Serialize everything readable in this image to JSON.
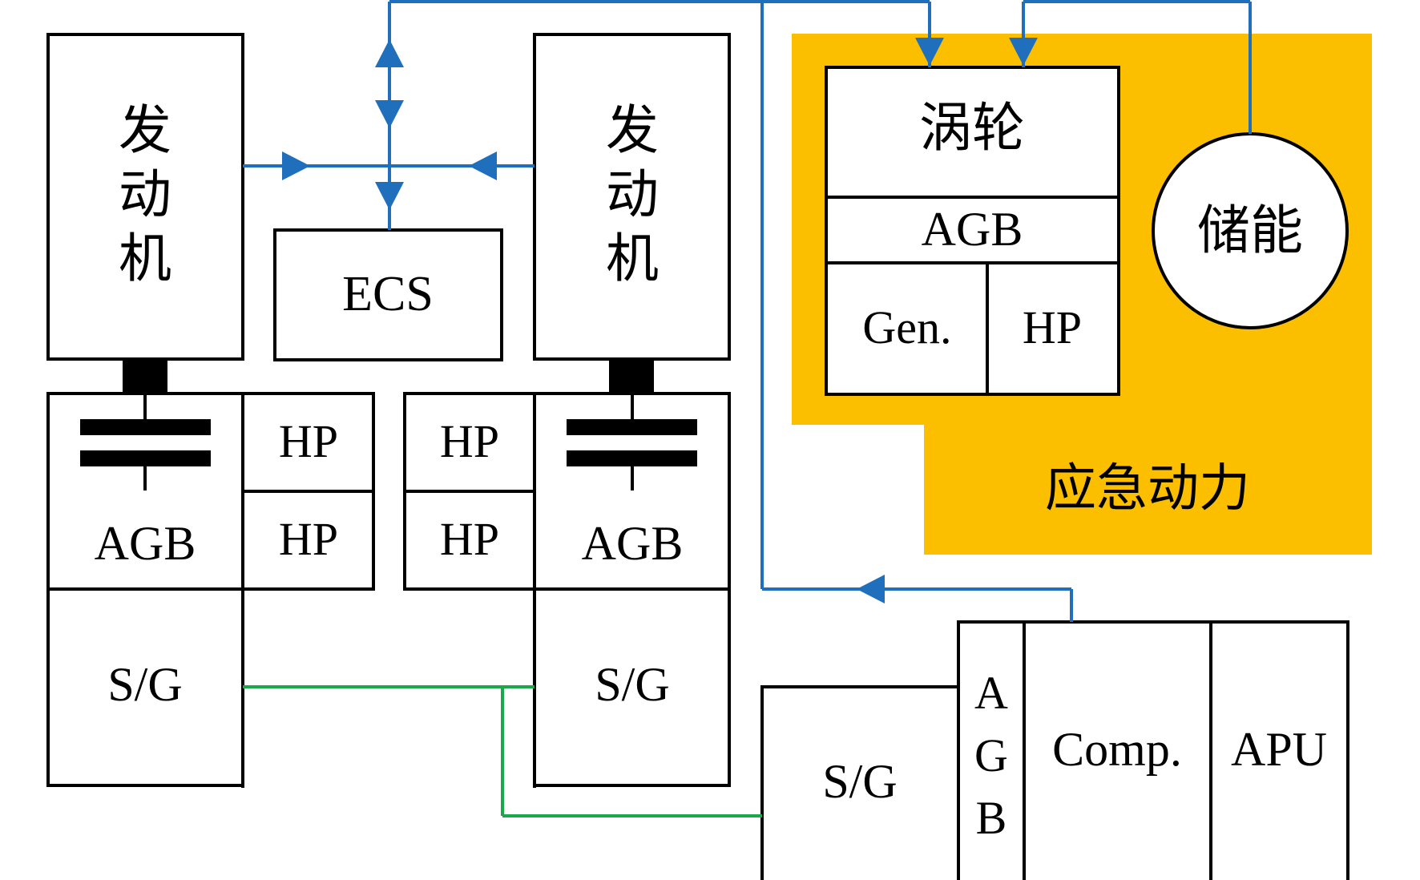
{
  "labels": {
    "engine_left": [
      "发",
      "动",
      "机"
    ],
    "engine_right": [
      "发",
      "动",
      "机"
    ],
    "ecs": "ECS",
    "hp": "HP",
    "agb": "AGB",
    "sg": "S/G",
    "turbine": "涡轮",
    "gen": "Gen.",
    "storage": "储能",
    "emergency_power": "应急动力",
    "agb_vertical": [
      "A",
      "G",
      "B"
    ],
    "comp": "Comp.",
    "apu": "APU"
  },
  "colors": {
    "bleed_air_line": "#1f6fbd",
    "electric_line": "#1aa84a",
    "emergency_zone": "#fbbf00"
  }
}
